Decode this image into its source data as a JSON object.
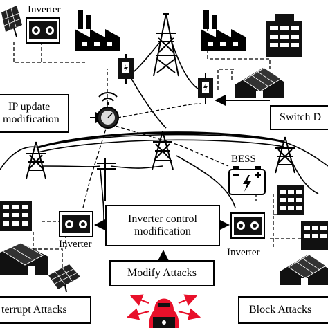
{
  "labels": {
    "inverter_top": "Inverter",
    "inverter_left": "Inverter",
    "inverter_right": "Inverter",
    "bess": "BESS"
  },
  "boxes": {
    "ip_update_line1": "IP update",
    "ip_update_line2": "modification",
    "switch": "Switch D",
    "inverter_control_line1": "Inverter control",
    "inverter_control_line2": "modification",
    "modify_attacks": "Modify Attacks",
    "interrupt_attacks": "terrupt Attacks",
    "block_attacks": "Block Attacks"
  },
  "icons": [
    "solar-panel-icon",
    "inverter-icon",
    "factory-icon",
    "transmission-tower-icon",
    "circuit-breaker-icon",
    "smart-meter-icon",
    "office-building-icon",
    "house-solar-icon",
    "battery-storage-icon",
    "hacker-icon"
  ],
  "colors": {
    "line": "#000000",
    "attack_arrow": "#e8102a",
    "hacker": "#e8102a",
    "background": "#ffffff"
  }
}
